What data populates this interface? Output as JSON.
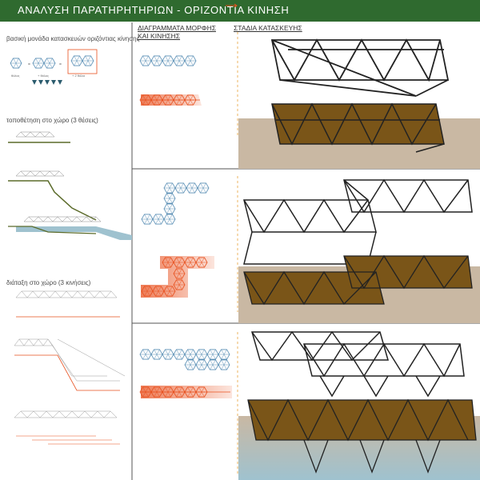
{
  "header": {
    "title": "ΑΝΑΛΥΣΗ ΠΑΡΑΤΗΡΗΤΗΡΙΩΝ - ΟΡΙΖΟΝΤΙΑ ΚΙΝΗΣΗ",
    "bar_color": "#2f6a2f",
    "arrow_color": "#e8501e"
  },
  "left": {
    "unit_label": "βασική μονάδα κατασκευών οριζόντιας κίνησης",
    "unit_captions": [
      "θόλος",
      "+ θόλος",
      "+ 2 θόλοι"
    ],
    "placement_label": "τοποθέτηση στο χώρο (3 θέσεις)",
    "arrangement_label": "διάταξη στο χώρο (3 κινήσεις)"
  },
  "columns": {
    "diagrams": "ΔΙΑΓΡΑΜΜΑΤΑ ΜΟΡΦΗΣ ΚΑΙ ΚΙΝΗΣΗΣ",
    "stages": "ΣΤΑΔΙΑ ΚΑΤΑΣΚΕΥΗΣ"
  },
  "colors": {
    "hex_blue": "#5a8fb5",
    "motion_orange": "#e8501e",
    "wood": "#7a5518",
    "ground": "#c9b8a3",
    "water": "#9fc2cf",
    "ground_green": "#5b6b2a"
  }
}
